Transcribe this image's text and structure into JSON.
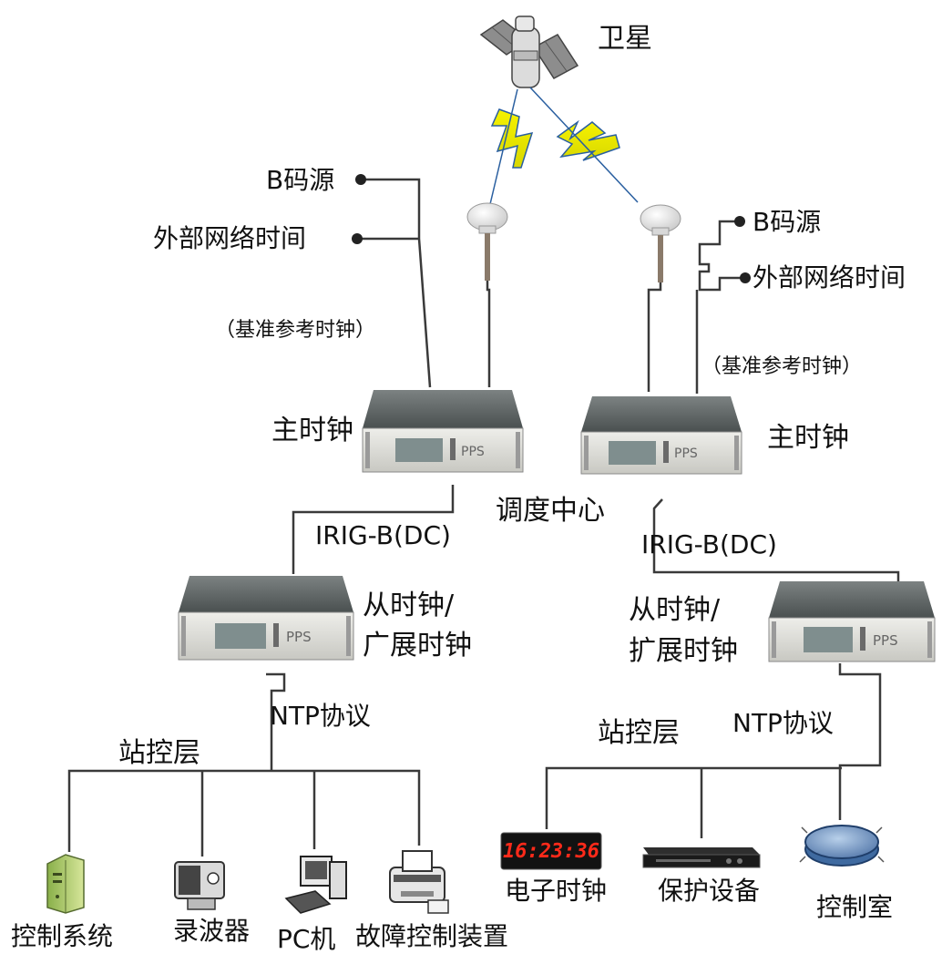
{
  "diagram": {
    "satellite_label": "卫星",
    "left": {
      "inputs": [
        "B码源",
        "外部网络时间"
      ],
      "reference_note": "（基准参考时钟）",
      "master_label": "主时钟",
      "link_protocol": "IRIG-B(DC)",
      "slave_label_line1": "从时钟/",
      "slave_label_line2": "广展时钟",
      "ntp_label": "NTP协议",
      "station_layer": "站控层",
      "devices": [
        "控制系统",
        "录波器",
        "PC机",
        "故障控制装置"
      ]
    },
    "center_label": "调度中心",
    "right": {
      "inputs": [
        "B码源",
        "外部网络时间"
      ],
      "reference_note": "（基准参考时钟）",
      "master_label": "主时钟",
      "link_protocol": "IRIG-B(DC)",
      "slave_label_line1": "从时钟/",
      "slave_label_line2": "扩展时钟",
      "ntp_label": "NTP协议",
      "station_layer": "站控层",
      "devices": [
        "电子时钟",
        "保护设备",
        "控制室"
      ],
      "clock_display": "16:23:36"
    }
  },
  "colors": {
    "lightning": "#f0f000",
    "clock_digits": "#ff2a1a",
    "wire": "#3a3a3a"
  },
  "icons": [
    "satellite-icon",
    "gps-antenna-icon",
    "rack-clock-icon",
    "server-icon",
    "recorder-icon",
    "pc-icon",
    "printer-icon",
    "digital-clock-icon",
    "dvr-icon",
    "control-room-icon"
  ]
}
